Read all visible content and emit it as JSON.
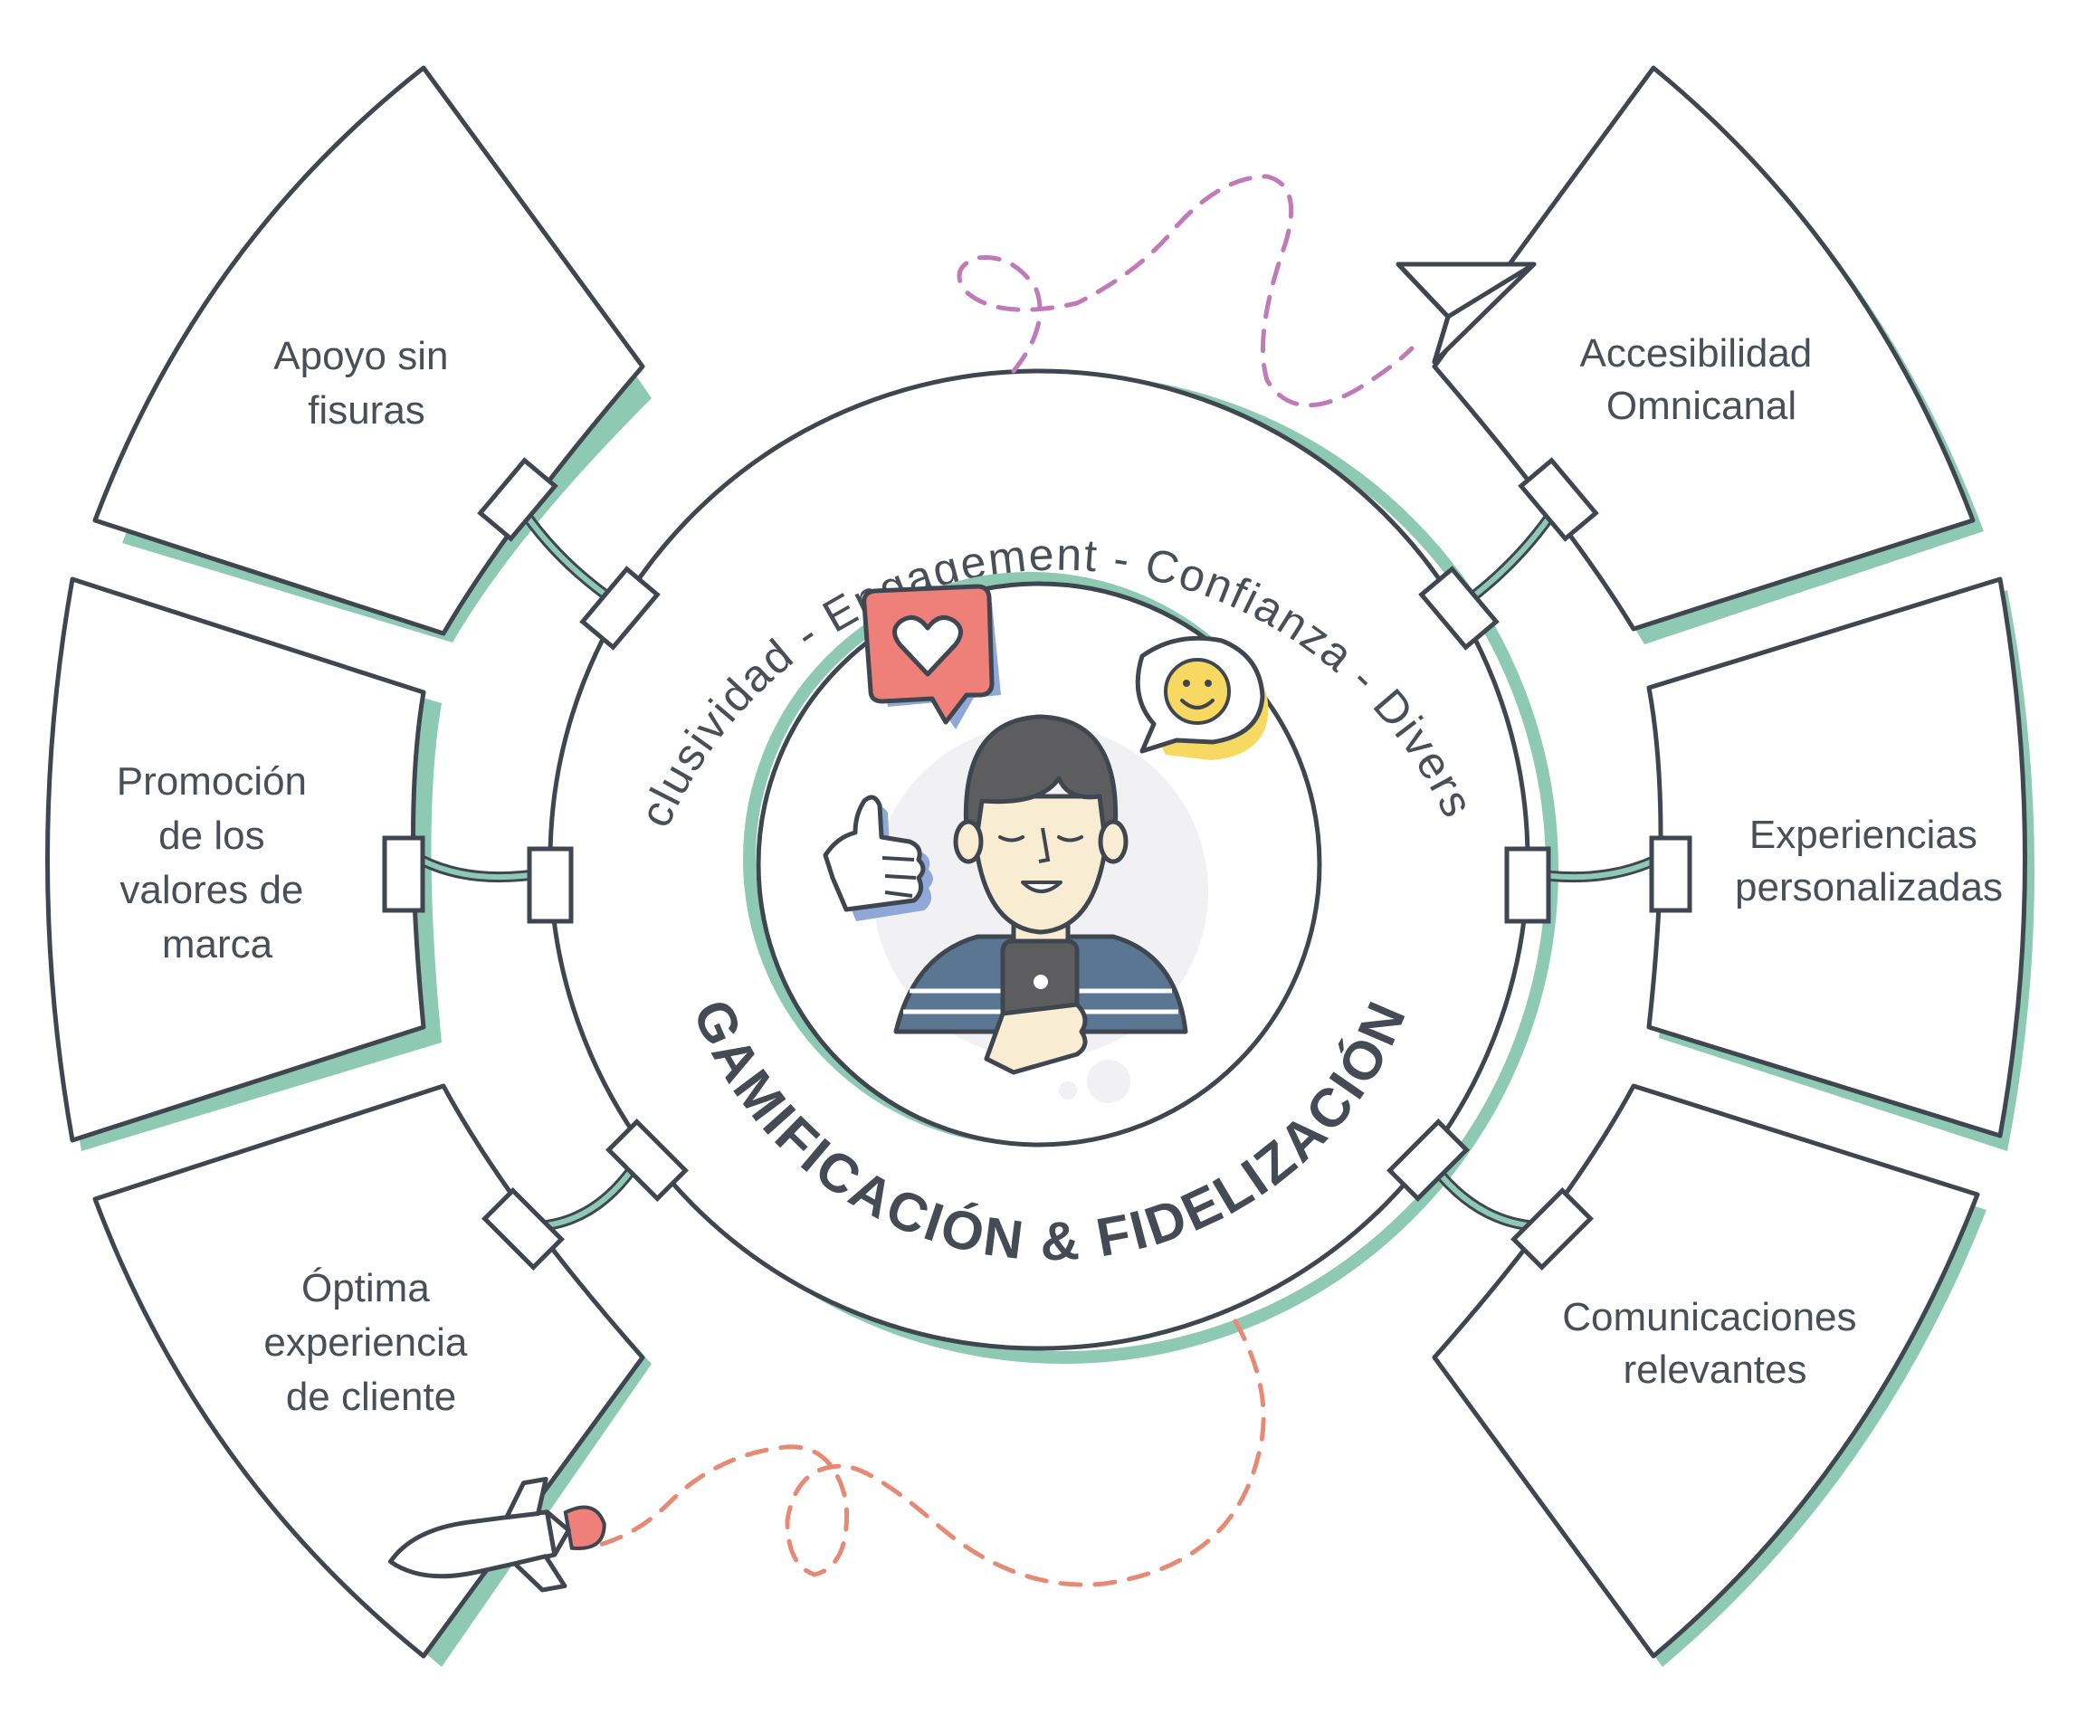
{
  "colors": {
    "outline": "#3f4650",
    "shadow_green": "#8ec9b3",
    "pink_path": "#c07ab8",
    "orange_path": "#e68a76",
    "heart_bubble": "#ef7f79",
    "smiley": "#f7d961",
    "shirt": "#5b7693",
    "hair": "#5d5d5f",
    "skin": "#f8ecd3"
  },
  "center": {
    "title": "GAMIFICACIÓN & FIDELIZACIÓN",
    "values_arc": "Exclusividad  -  Engagement  -  Confianza  -  Diversión"
  },
  "segments": {
    "left_top": {
      "lines": [
        "Apoyo sin",
        "fisuras"
      ]
    },
    "left_middle": {
      "lines": [
        "Promoción",
        "de los",
        "valores de",
        "marca"
      ]
    },
    "left_bottom": {
      "lines": [
        "Óptima",
        "experiencia",
        "de cliente"
      ]
    },
    "right_top": {
      "lines": [
        "Accesibilidad",
        "Omnicanal"
      ]
    },
    "right_middle": {
      "lines": [
        "Experiencias",
        "personalizadas"
      ]
    },
    "right_bottom": {
      "lines": [
        "Comunicaciones",
        "relevantes"
      ]
    }
  },
  "icons": [
    "heart-bubble-icon",
    "smiley-bubble-icon",
    "thumbs-up-icon",
    "person-with-phone-icon",
    "paper-plane-icon",
    "rocket-icon"
  ]
}
